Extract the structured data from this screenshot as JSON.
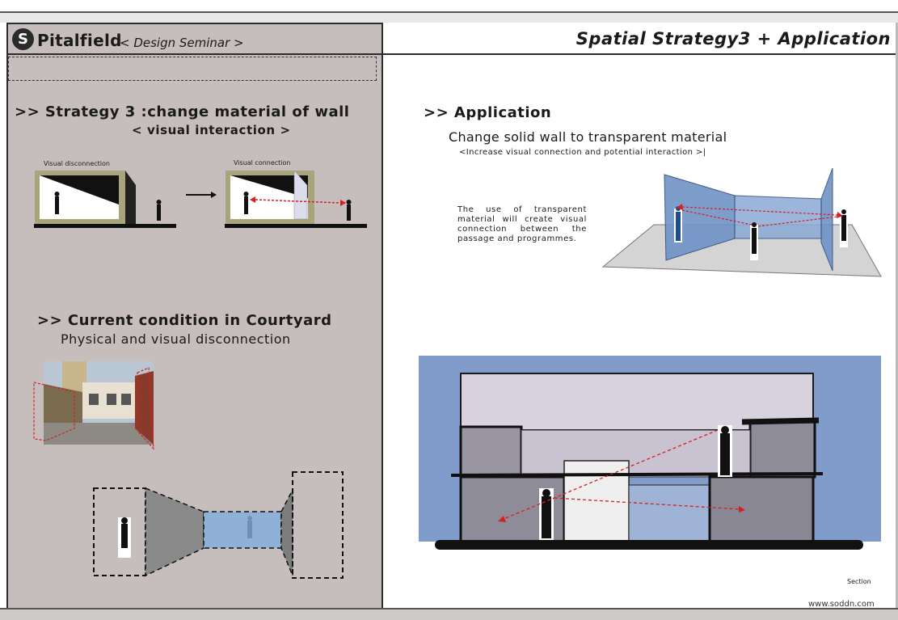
{
  "header": {
    "badge_letter": "S",
    "brand_title": "Pitalfield",
    "brand_subtitle": "< Design Seminar >",
    "right_title": "Spatial Strategy3 + Application"
  },
  "left": {
    "strategy_title": ">> Strategy 3 :change material of wall",
    "strategy_subtitle": "< visual interaction >",
    "diagram_label_before": "Visual disconnection",
    "diagram_label_after": "Visual connection",
    "current_title": ">> Current condition in Courtyard",
    "current_subtitle": "Physical and visual disconnection"
  },
  "right": {
    "app_title": ">> Application",
    "app_line": "Change solid wall to transparent material",
    "app_note": "<Increase visual connection and potential interaction >|",
    "app_description": "The use of transparent material will create visual connection between the passage and programmes.",
    "section_label": "Section"
  },
  "footer": {
    "watermark": "www.soddn.com"
  },
  "colors": {
    "left_panel": "#c6bdbd",
    "dark": "#2b2b2b",
    "glass_blue": "#6f93c6",
    "arrow_red": "#d62020",
    "sky_blue": "#7f9ccb"
  }
}
